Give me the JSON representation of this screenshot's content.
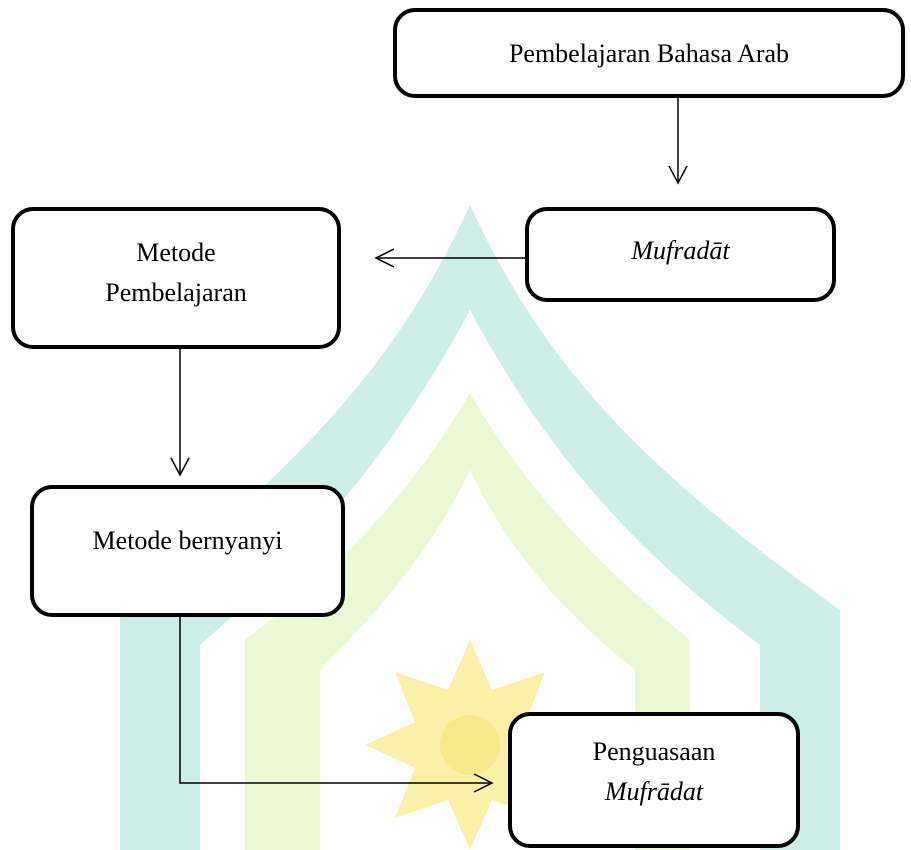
{
  "diagram": {
    "nodes": {
      "a": {
        "line1": "Pembelajaran Bahasa Arab"
      },
      "b": {
        "line1": "Mufradāt"
      },
      "c": {
        "line1": "Metode",
        "line2": "Pembelajaran"
      },
      "d": {
        "line1": "Metode bernyanyi"
      },
      "e": {
        "line1": "Penguasaan",
        "line2": "Mufrādat"
      }
    },
    "edges": [
      {
        "from": "a",
        "to": "b"
      },
      {
        "from": "b",
        "to": "c"
      },
      {
        "from": "c",
        "to": "d"
      },
      {
        "from": "d",
        "to": "e"
      }
    ]
  },
  "colors": {
    "border": "#000000",
    "watermark_teal": "#cdeee6",
    "watermark_lime": "#eaf8d4",
    "watermark_yellow": "#fbf0a8"
  }
}
